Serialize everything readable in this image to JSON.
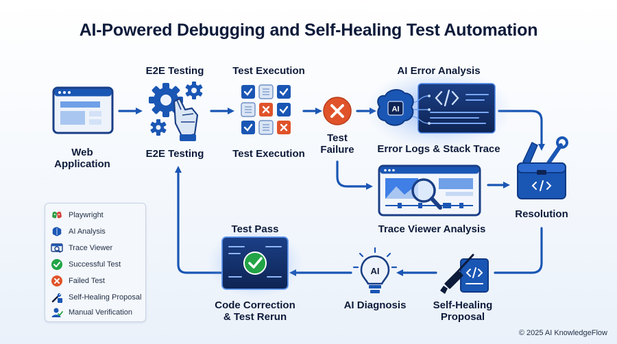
{
  "title": "AI-Powered Debugging and Self-Healing Test Automation",
  "nodes": {
    "web_app": "Web\nApplication",
    "e2e_top": "E2E Testing",
    "e2e_bottom": "E2E Testing",
    "exec_top": "Test Execution",
    "exec_bottom": "Test Execution",
    "failure": "Test\nFailure",
    "ai_error_analysis": "AI Error Analysis",
    "error_logs": "Error Logs & Stack Trace",
    "trace_viewer": "Trace Viewer Analysis",
    "resolution": "Resolution",
    "self_healing": "Self-Healing\nProposal",
    "ai_diagnosis": "AI Diagnosis",
    "test_pass": "Test Pass",
    "code_correction": "Code Correction\n& Test Rerun"
  },
  "icon_text": {
    "ai_chip": "AI",
    "bulb": "AI"
  },
  "legend": [
    {
      "icon": "playwright-icon",
      "label": "Playwright"
    },
    {
      "icon": "ai-brain-icon",
      "label": "AI Analysis"
    },
    {
      "icon": "trace-viewer-icon",
      "label": "Trace Viewer"
    },
    {
      "icon": "success-check-icon",
      "label": "Successful Test"
    },
    {
      "icon": "failed-x-icon",
      "label": "Failed Test"
    },
    {
      "icon": "wrench-icon",
      "label": "Self-Healing Proposal"
    },
    {
      "icon": "user-icon",
      "label": "Manual Verification"
    }
  ],
  "copyright": "© 2025 AI KnowledgeFlow",
  "colors": {
    "primary": "#1a56b4",
    "dark": "#0d1b3a",
    "success": "#22a447",
    "fail": "#e0532a",
    "glow": "#3f7fe6"
  }
}
